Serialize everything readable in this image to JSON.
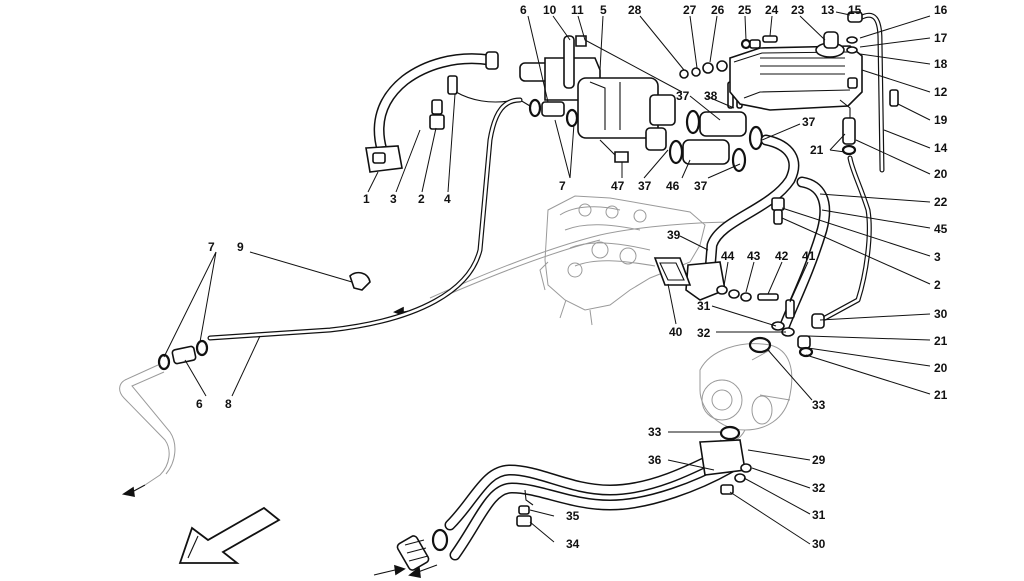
{
  "diagram": {
    "labels": [
      {
        "id": "l1",
        "text": "1"
      },
      {
        "id": "l2",
        "text": "2"
      },
      {
        "id": "l3",
        "text": "3"
      },
      {
        "id": "l4",
        "text": "4"
      },
      {
        "id": "l5",
        "text": "5"
      },
      {
        "id": "l6",
        "text": "6"
      },
      {
        "id": "l7",
        "text": "7"
      },
      {
        "id": "l10",
        "text": "10"
      },
      {
        "id": "l11",
        "text": "11"
      },
      {
        "id": "l28",
        "text": "28"
      },
      {
        "id": "l27",
        "text": "27"
      },
      {
        "id": "l26",
        "text": "26"
      },
      {
        "id": "l25",
        "text": "25"
      },
      {
        "id": "l24",
        "text": "24"
      },
      {
        "id": "l23",
        "text": "23"
      },
      {
        "id": "l13",
        "text": "13"
      },
      {
        "id": "l15",
        "text": "15"
      },
      {
        "id": "l16",
        "text": "16"
      },
      {
        "id": "l17",
        "text": "17"
      },
      {
        "id": "l18",
        "text": "18"
      },
      {
        "id": "l12",
        "text": "12"
      },
      {
        "id": "l19",
        "text": "19"
      },
      {
        "id": "l14",
        "text": "14"
      },
      {
        "id": "l20",
        "text": "20"
      },
      {
        "id": "l21",
        "text": "21"
      },
      {
        "id": "l37a",
        "text": "37"
      },
      {
        "id": "l38",
        "text": "38"
      },
      {
        "id": "l37b",
        "text": "37"
      },
      {
        "id": "l47",
        "text": "47"
      },
      {
        "id": "l37c",
        "text": "37"
      },
      {
        "id": "l46",
        "text": "46"
      },
      {
        "id": "l37d",
        "text": "37"
      },
      {
        "id": "l22",
        "text": "22"
      },
      {
        "id": "l45",
        "text": "45"
      },
      {
        "id": "l3r",
        "text": "3"
      },
      {
        "id": "l2r",
        "text": "2"
      },
      {
        "id": "l7b",
        "text": "7"
      },
      {
        "id": "l9",
        "text": "9"
      },
      {
        "id": "l6b",
        "text": "6"
      },
      {
        "id": "l8",
        "text": "8"
      },
      {
        "id": "l39",
        "text": "39"
      },
      {
        "id": "l44",
        "text": "44"
      },
      {
        "id": "l43",
        "text": "43"
      },
      {
        "id": "l42",
        "text": "42"
      },
      {
        "id": "l41",
        "text": "41"
      },
      {
        "id": "l40",
        "text": "40"
      },
      {
        "id": "l31",
        "text": "31"
      },
      {
        "id": "l32",
        "text": "32"
      },
      {
        "id": "l30",
        "text": "30"
      },
      {
        "id": "l21b",
        "text": "21"
      },
      {
        "id": "l20b",
        "text": "20"
      },
      {
        "id": "l21c",
        "text": "21"
      },
      {
        "id": "l33",
        "text": "33"
      },
      {
        "id": "l33b",
        "text": "33"
      },
      {
        "id": "l36",
        "text": "36"
      },
      {
        "id": "l29",
        "text": "29"
      },
      {
        "id": "l32b",
        "text": "32"
      },
      {
        "id": "l31b",
        "text": "31"
      },
      {
        "id": "l30b",
        "text": "30"
      },
      {
        "id": "l35",
        "text": "35"
      },
      {
        "id": "l34",
        "text": "34"
      }
    ]
  }
}
